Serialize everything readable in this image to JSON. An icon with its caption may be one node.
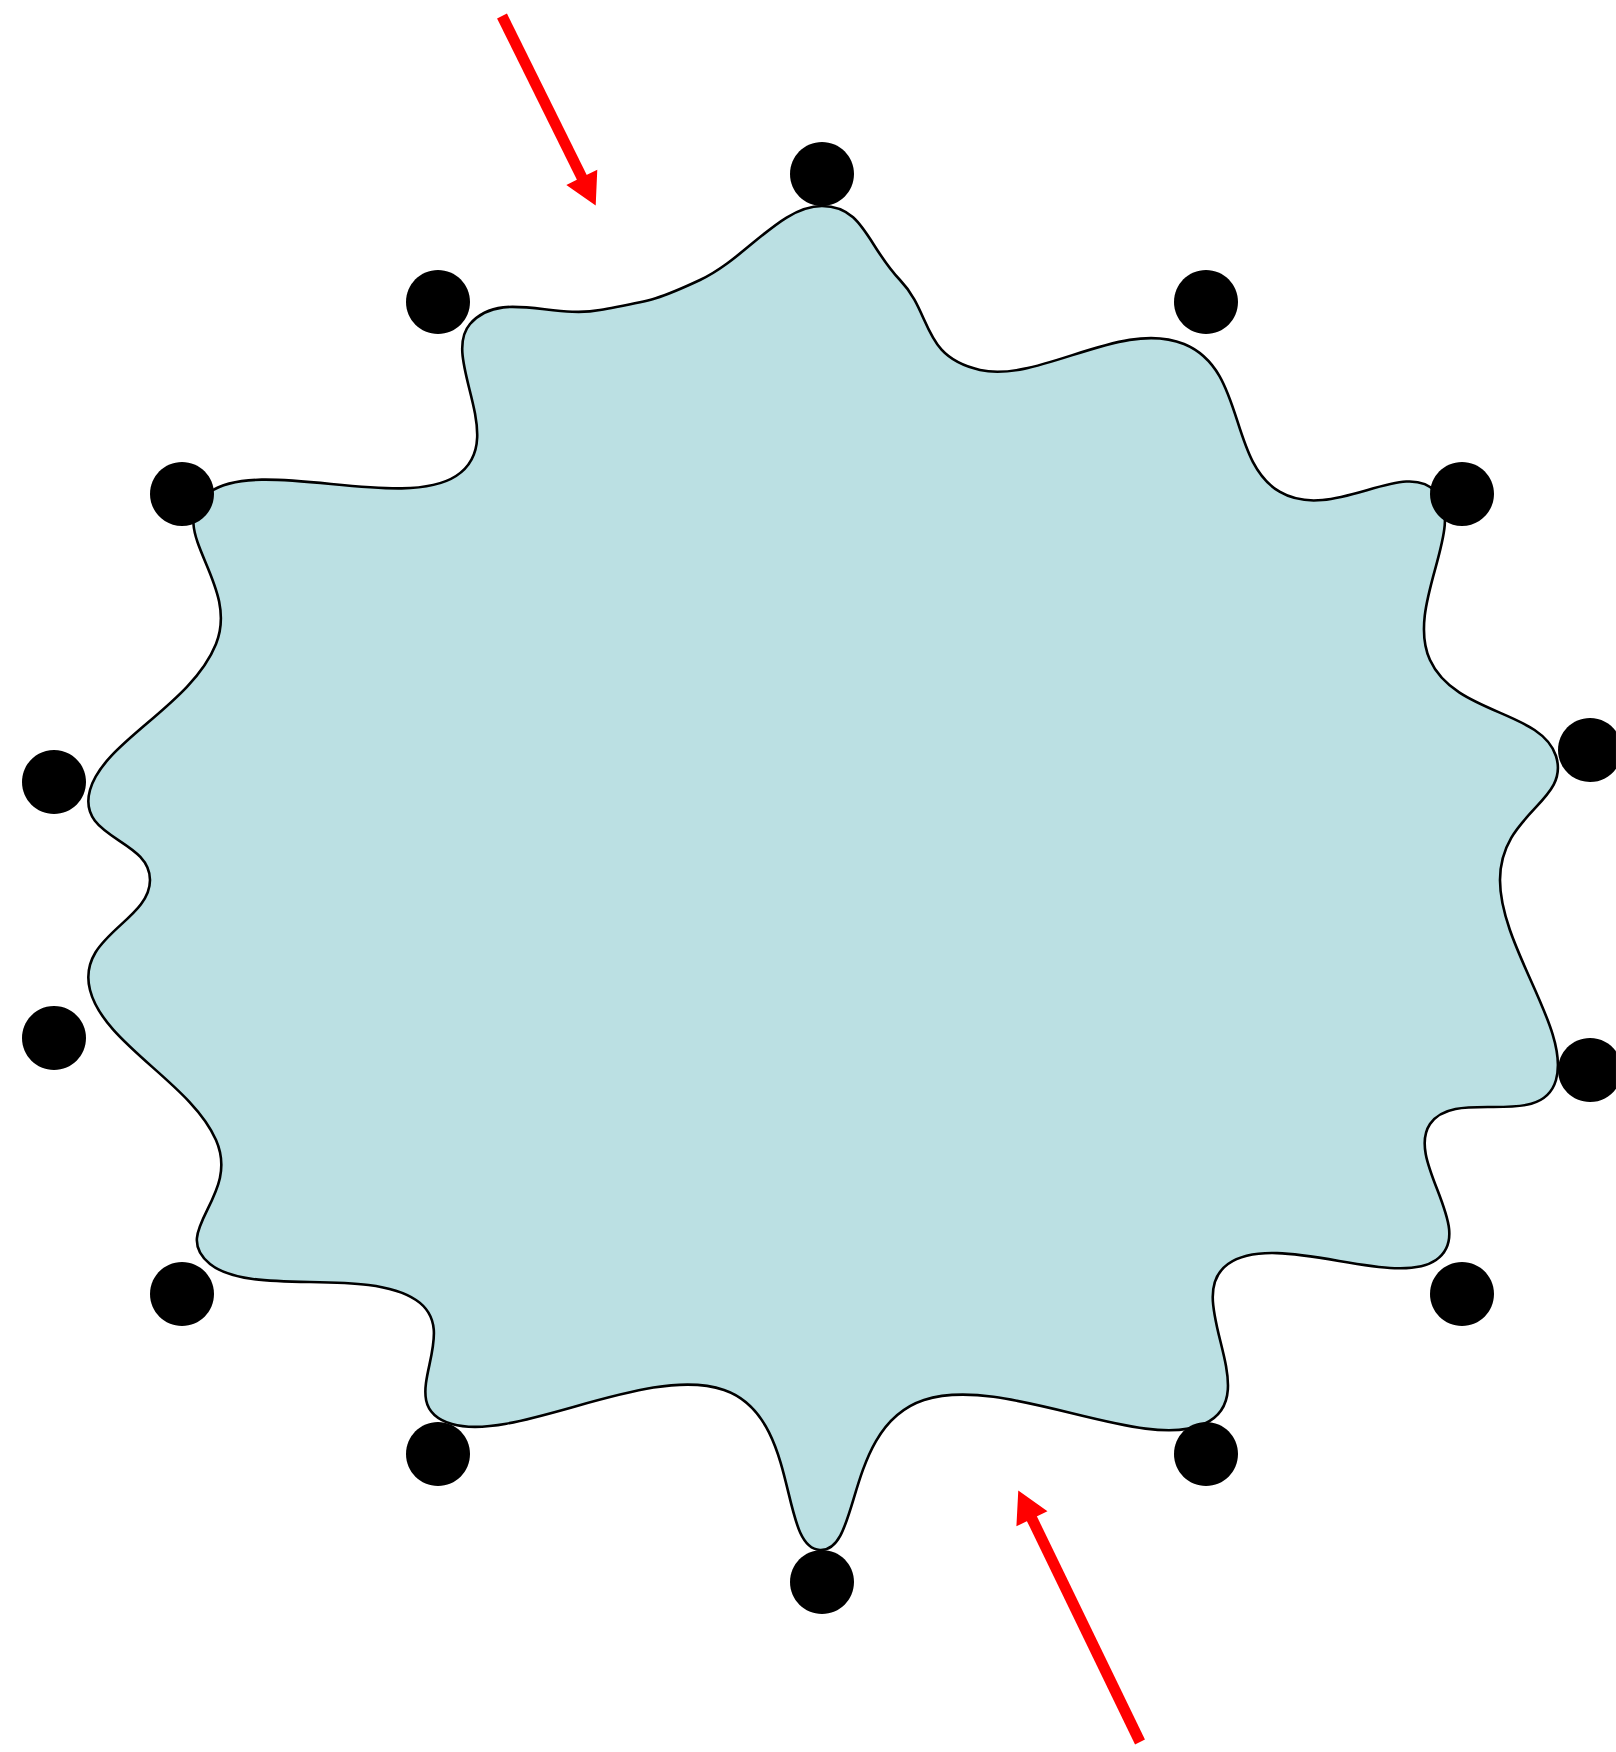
{
  "diagram": {
    "nodes": [
      {
        "text": [],
        "shape": "starburst"
      },
      {
        "text": [],
        "shape": "circle"
      },
      {
        "text": [],
        "shape": "circle"
      },
      {
        "text": [],
        "shape": "circle"
      },
      {
        "text": [],
        "shape": "circle"
      },
      {
        "text": [],
        "shape": "circle"
      },
      {
        "text": [],
        "shape": "circle"
      },
      {
        "text": [],
        "shape": "circle"
      },
      {
        "text": [],
        "shape": "circle"
      },
      {
        "text": [],
        "shape": "circle"
      },
      {
        "text": [],
        "shape": "circle"
      },
      {
        "text": [],
        "shape": "circle"
      },
      {
        "text": [],
        "shape": "circle"
      },
      {
        "text": [],
        "shape": "circle"
      },
      {
        "text": [],
        "shape": "circle"
      }
    ]
  }
}
